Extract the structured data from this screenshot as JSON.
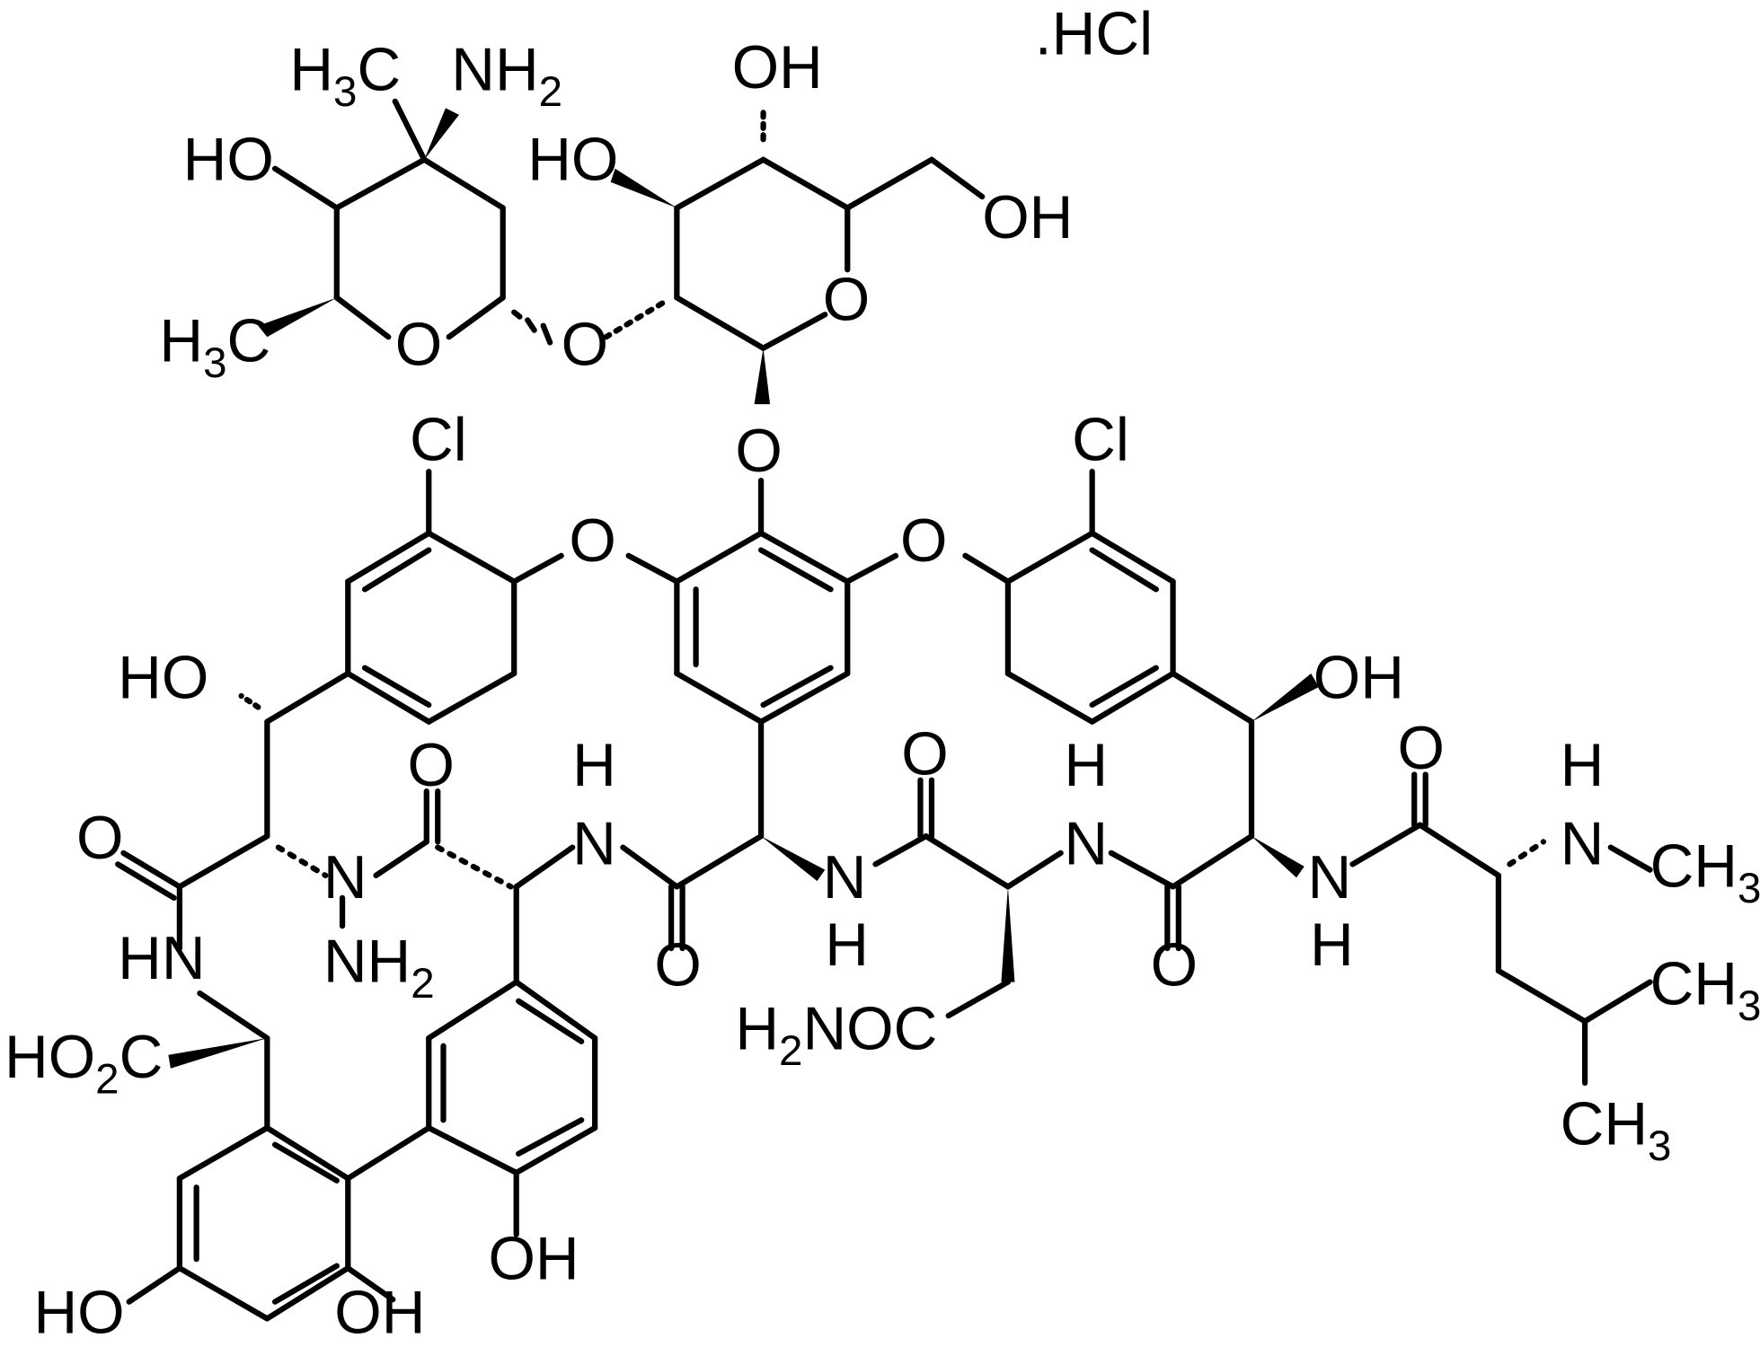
{
  "diagram": {
    "type": "chemical-structure",
    "salt_label": ".HCl",
    "colors": {
      "background": "#ffffff",
      "ink": "#000000"
    },
    "labels": {
      "sugar1": {
        "h3c_top": "H3C",
        "nh2": "NH2",
        "ho": "HO",
        "h3c_bottom": "H3C",
        "ring_o": "O",
        "link_o": "O"
      },
      "sugar2": {
        "oh_top": "OH",
        "ho": "HO",
        "oh_right": "OH",
        "ring_o": "O",
        "link_o": "O"
      },
      "core": {
        "cl_left": "Cl",
        "cl_right": "Cl",
        "o_ether_left": "O",
        "o_ether_right": "O",
        "ho_left": "HO",
        "oh_right": "OH",
        "carbonyl_o": [
          "O",
          "O",
          "O",
          "O",
          "O",
          "O",
          "O"
        ],
        "nh_labels": [
          "HN",
          "N",
          "NH2",
          "N",
          "H",
          "N",
          "H",
          "N",
          "H",
          "N",
          "H",
          "N",
          "H"
        ],
        "h2noc": "H2NOC",
        "ho2c": "HO2C",
        "oh_bottom": [
          "HO",
          "OH",
          "OH"
        ],
        "nhch3": "N",
        "ch3": [
          "CH3",
          "CH3",
          "CH3"
        ]
      }
    }
  }
}
